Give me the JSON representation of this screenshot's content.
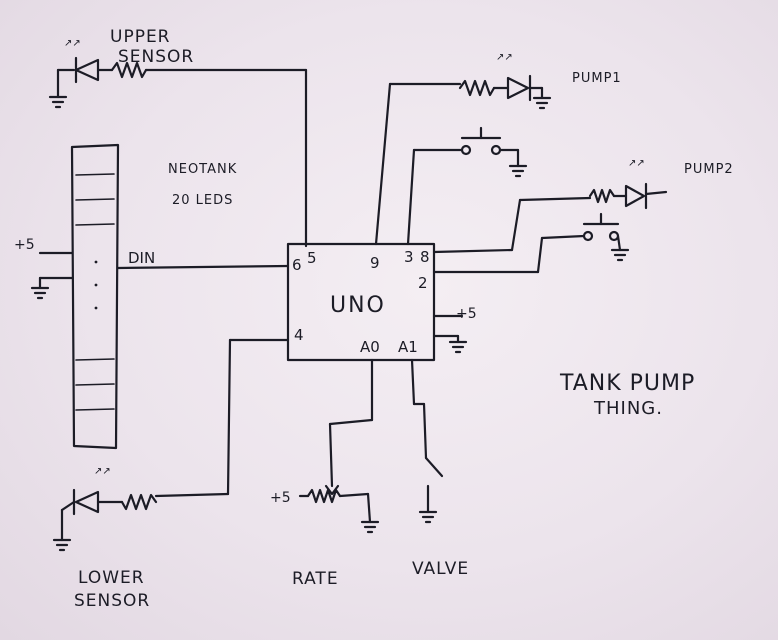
{
  "labels": {
    "upper_sensor_1": "UPPER",
    "upper_sensor_2": "SENSOR",
    "neotank_1": "NEOTANK",
    "neotank_2": "20 LEDS",
    "din": "DIN",
    "pump1": "PUMP1",
    "pump2": "PUMP2",
    "uno": "UNO",
    "lower_sensor_1": "LOWER",
    "lower_sensor_2": "SENSOR",
    "rate": "RATE",
    "valve": "VALVE",
    "project_title_1": "TANK PUMP",
    "project_title_2": "THING.",
    "plus5": "+5"
  },
  "pins": {
    "p6": "6",
    "p5": "5",
    "p9": "9",
    "p3": "3",
    "p8": "8",
    "p2": "2",
    "p4": "4",
    "a0": "A0",
    "a1": "A1"
  },
  "leds_glyph": "↗↗",
  "colors": {
    "ink": "#1c1c26",
    "paper": "#ece4ec"
  }
}
